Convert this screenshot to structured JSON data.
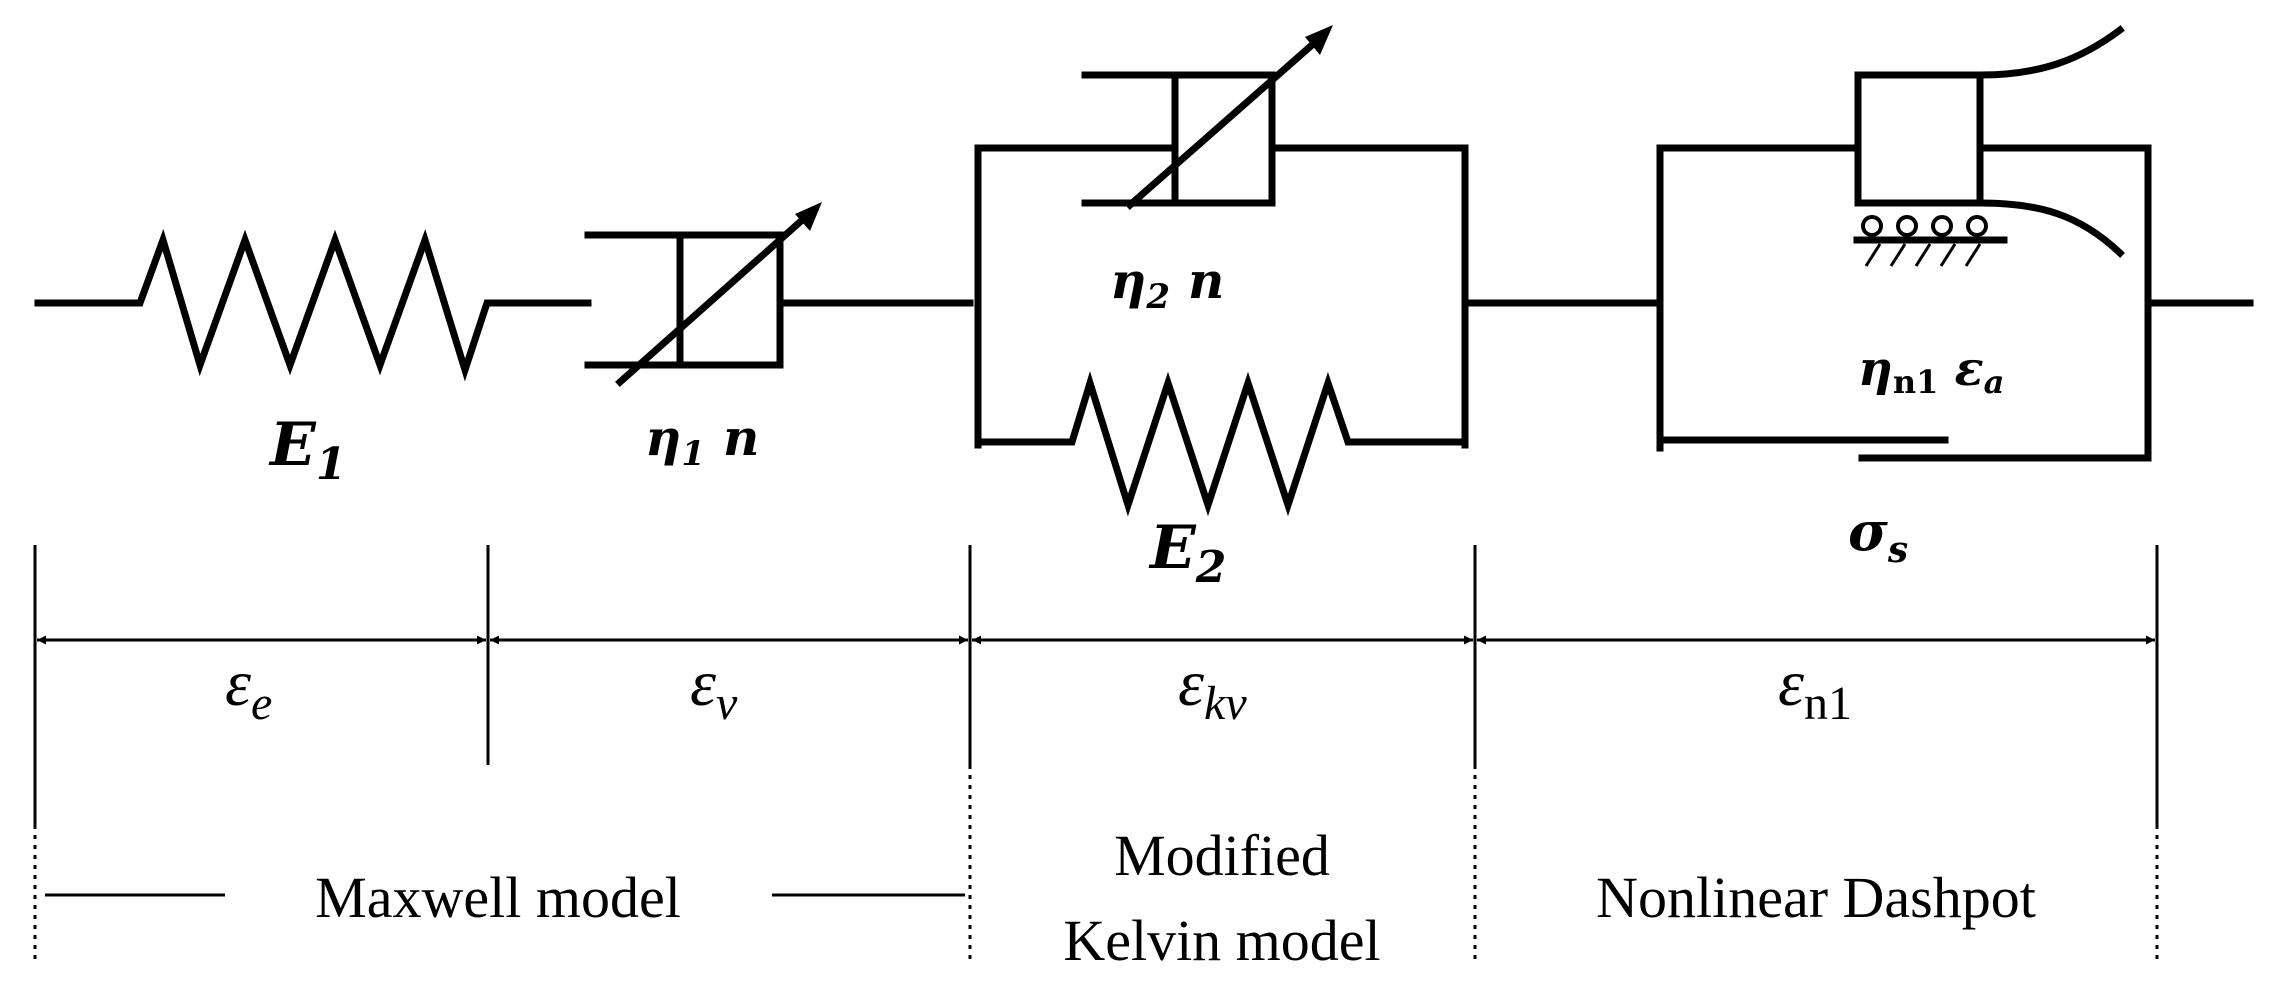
{
  "elements": {
    "spring1": {
      "symbol": "E",
      "sub": "1"
    },
    "dashpot1": {
      "symbol": "η",
      "sub": "1",
      "param": "n"
    },
    "dashpot2": {
      "symbol": "η",
      "sub": "2",
      "param": "n"
    },
    "spring2": {
      "symbol": "E",
      "sub": "2"
    },
    "nonlinear": {
      "symbol": "η",
      "sub": "n1",
      "param": "ε",
      "param_sub": "a"
    },
    "slider": {
      "symbol": "σ",
      "sub": "s"
    }
  },
  "strains": {
    "e": {
      "symbol": "ε",
      "sub": "e"
    },
    "v": {
      "symbol": "ε",
      "sub": "v"
    },
    "kv": {
      "symbol": "ε",
      "sub": "kv"
    },
    "n1": {
      "symbol": "ε",
      "sub": "n1"
    }
  },
  "captions": {
    "maxwell": "Maxwell model",
    "kelvin_line1": "Modified",
    "kelvin_line2": "Kelvin model",
    "nonlinear": "Nonlinear Dashpot"
  }
}
